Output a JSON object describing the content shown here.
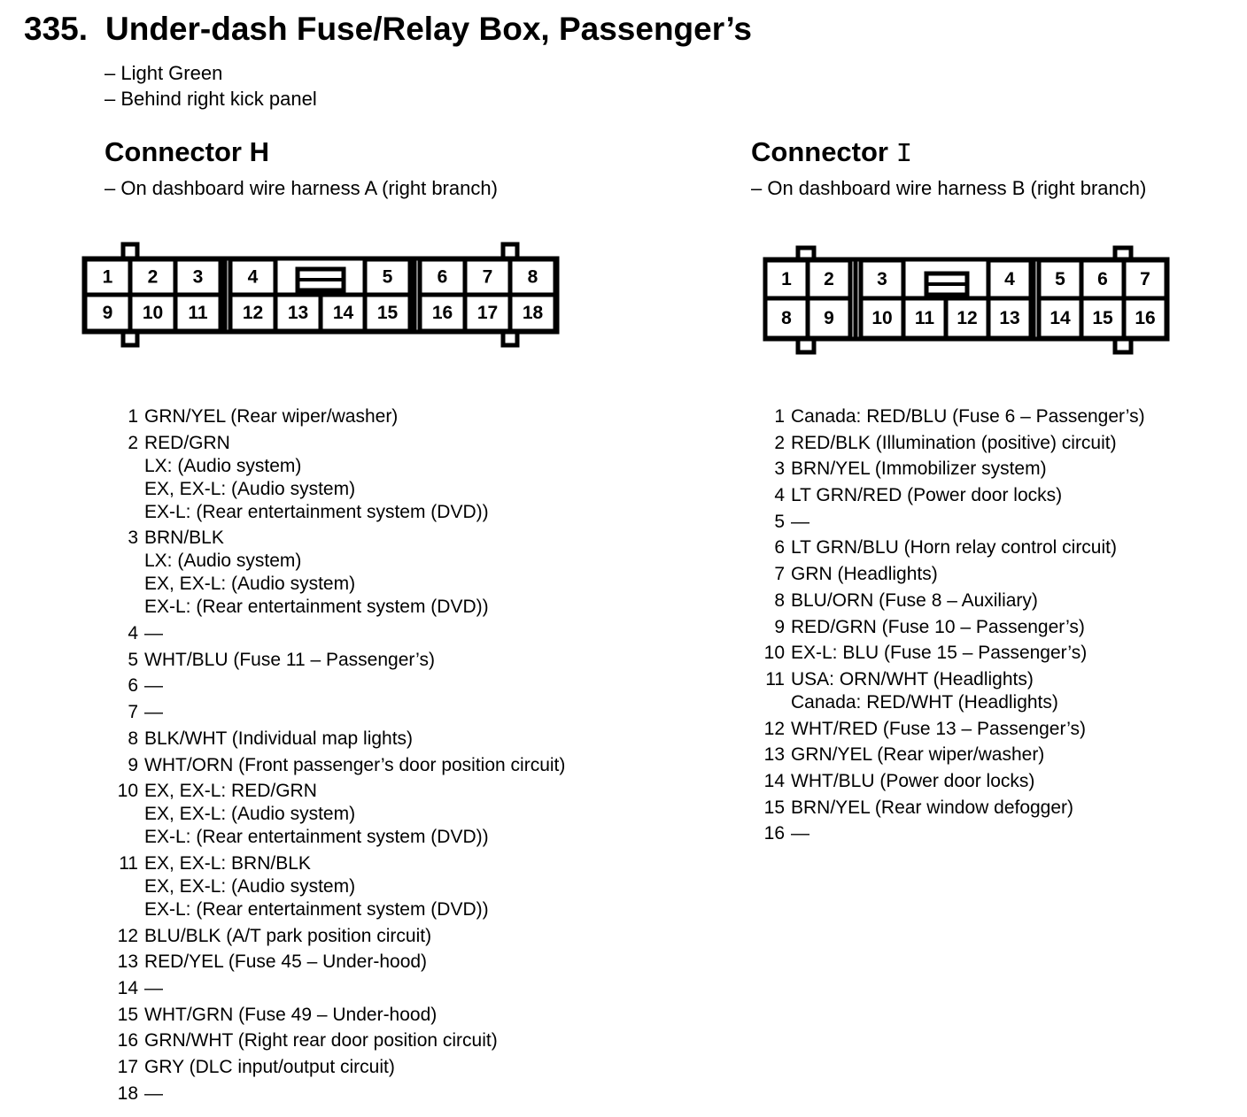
{
  "header": {
    "number": "335.",
    "title": "Under-dash Fuse/Relay Box, Passenger’s",
    "notes": [
      "– Light Green",
      "– Behind right kick panel"
    ]
  },
  "connectors": [
    {
      "id": "H",
      "title": "Connector",
      "letter": "H",
      "location": "– On dashboard wire harness A (right branch)",
      "top_row": [
        "1",
        "2",
        "3",
        "4",
        "5",
        "6",
        "7",
        "8"
      ],
      "bottom_row": [
        "9",
        "10",
        "11",
        "12",
        "13",
        "14",
        "15",
        "16",
        "17",
        "18"
      ],
      "pins": [
        {
          "n": "1",
          "lines": [
            "GRN/YEL (Rear wiper/washer)"
          ]
        },
        {
          "n": "2",
          "lines": [
            "RED/GRN",
            "LX: (Audio system)",
            "EX, EX-L: (Audio system)",
            "EX-L: (Rear entertainment system (DVD))"
          ]
        },
        {
          "n": "3",
          "lines": [
            "BRN/BLK",
            "LX: (Audio system)",
            "EX, EX-L: (Audio system)",
            "EX-L: (Rear entertainment system (DVD))"
          ]
        },
        {
          "n": "4",
          "lines": [
            "—"
          ]
        },
        {
          "n": "5",
          "lines": [
            "WHT/BLU (Fuse 11 – Passenger’s)"
          ]
        },
        {
          "n": "6",
          "lines": [
            "—"
          ]
        },
        {
          "n": "7",
          "lines": [
            "—"
          ]
        },
        {
          "n": "8",
          "lines": [
            "BLK/WHT (Individual map lights)"
          ]
        },
        {
          "n": "9",
          "lines": [
            "WHT/ORN (Front passenger’s door position circuit)"
          ]
        },
        {
          "n": "10",
          "lines": [
            "EX, EX-L: RED/GRN",
            "EX, EX-L: (Audio system)",
            "EX-L: (Rear entertainment system (DVD))"
          ]
        },
        {
          "n": "11",
          "lines": [
            "EX, EX-L: BRN/BLK",
            "EX, EX-L: (Audio system)",
            "EX-L: (Rear entertainment system (DVD))"
          ]
        },
        {
          "n": "12",
          "lines": [
            "BLU/BLK (A/T park position circuit)"
          ]
        },
        {
          "n": "13",
          "lines": [
            "RED/YEL (Fuse 45 – Under-hood)"
          ]
        },
        {
          "n": "14",
          "lines": [
            "—"
          ]
        },
        {
          "n": "15",
          "lines": [
            "WHT/GRN (Fuse 49 – Under-hood)"
          ]
        },
        {
          "n": "16",
          "lines": [
            "GRN/WHT (Right rear door position circuit)"
          ]
        },
        {
          "n": "17",
          "lines": [
            "GRY (DLC input/output circuit)"
          ]
        },
        {
          "n": "18",
          "lines": [
            "—"
          ]
        }
      ]
    },
    {
      "id": "I",
      "title": "Connector",
      "letter": "I",
      "location": "– On dashboard wire harness B (right branch)",
      "top_row": [
        "1",
        "2",
        "3",
        "4",
        "5",
        "6",
        "7"
      ],
      "bottom_row": [
        "8",
        "9",
        "10",
        "11",
        "12",
        "13",
        "14",
        "15",
        "16"
      ],
      "pins": [
        {
          "n": "1",
          "lines": [
            "Canada: RED/BLU (Fuse 6 – Passenger’s)"
          ]
        },
        {
          "n": "2",
          "lines": [
            "RED/BLK (Illumination (positive) circuit)"
          ]
        },
        {
          "n": "3",
          "lines": [
            "BRN/YEL (Immobilizer system)"
          ]
        },
        {
          "n": "4",
          "lines": [
            "LT GRN/RED (Power door locks)"
          ]
        },
        {
          "n": "5",
          "lines": [
            "—"
          ]
        },
        {
          "n": "6",
          "lines": [
            "LT GRN/BLU (Horn relay control circuit)"
          ]
        },
        {
          "n": "7",
          "lines": [
            "GRN (Headlights)"
          ]
        },
        {
          "n": "8",
          "lines": [
            "BLU/ORN (Fuse 8 – Auxiliary)"
          ]
        },
        {
          "n": "9",
          "lines": [
            "RED/GRN (Fuse 10 – Passenger’s)"
          ]
        },
        {
          "n": "10",
          "lines": [
            "EX-L: BLU (Fuse 15 – Passenger’s)"
          ]
        },
        {
          "n": "11",
          "lines": [
            "USA: ORN/WHT (Headlights)",
            "Canada: RED/WHT (Headlights)"
          ]
        },
        {
          "n": "12",
          "lines": [
            "WHT/RED (Fuse 13 – Passenger’s)"
          ]
        },
        {
          "n": "13",
          "lines": [
            "GRN/YEL (Rear wiper/washer)"
          ]
        },
        {
          "n": "14",
          "lines": [
            "WHT/BLU (Power door locks)"
          ]
        },
        {
          "n": "15",
          "lines": [
            "BRN/YEL (Rear window defogger)"
          ]
        },
        {
          "n": "16",
          "lines": [
            "—"
          ]
        }
      ]
    }
  ]
}
